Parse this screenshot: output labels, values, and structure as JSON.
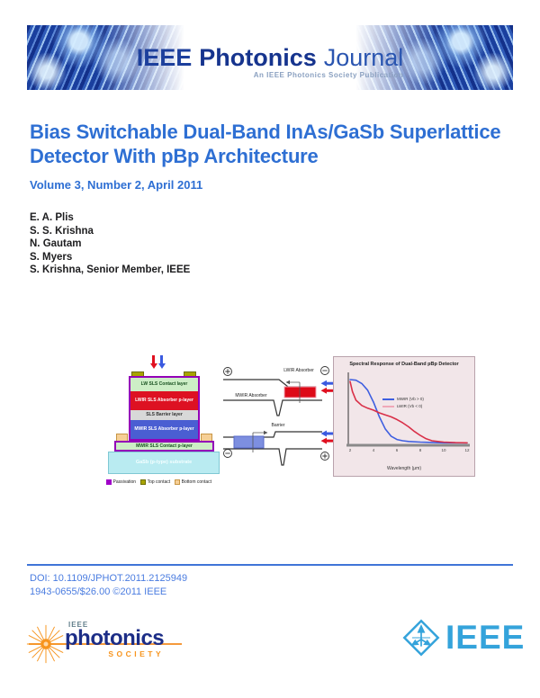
{
  "banner": {
    "brand_ieee": "IEEE",
    "brand_photonics": "Photonics",
    "brand_journal": "Journal",
    "subtitle": "An IEEE Photonics Society Publication"
  },
  "article": {
    "title": "Bias Switchable Dual-Band InAs/GaSb Superlattice Detector With pBp Architecture",
    "issue": "Volume 3, Number 2, April 2011",
    "authors": [
      "E. A. Plis",
      "S. S. Krishna",
      "N. Gautam",
      "S. Myers",
      "S. Krishna, Senior Member, IEEE"
    ]
  },
  "figure": {
    "stack": {
      "layers": [
        {
          "label": "LW SLS Contact layer",
          "color": "#cdeec6"
        },
        {
          "label": "LWIR SLS Absorber p-layer",
          "color": "#dd1122"
        },
        {
          "label": "SLS Barrier layer",
          "color": "#d8d8d8"
        },
        {
          "label": "MWIR SLS Absorber p-layer",
          "color": "#4a5ed2"
        },
        {
          "label": "MWIR SLS Contact p-layer",
          "color": "#cdeec6"
        },
        {
          "label": "GaSb (p-type) substrate",
          "color": "#b9ebf1"
        }
      ],
      "legend": [
        {
          "label": "Passivation",
          "color": "#a000c8"
        },
        {
          "label": "Top contact",
          "color": "#a8a400"
        },
        {
          "label": "Bottom contact",
          "color": "#f6cf96"
        }
      ]
    },
    "band_diagram": {
      "lwir_label": "LWIR Absorber",
      "mwir_label": "MWIR Absorber",
      "barrier_label": "Barrier",
      "plus": "+",
      "minus": "−"
    }
  },
  "chart_data": {
    "type": "line",
    "title": "Spectral Response of Dual-Band pBp Detector",
    "xlabel": "Wavelength (μm)",
    "ylabel": "",
    "xlim": [
      2,
      12
    ],
    "ylim": [
      0,
      1
    ],
    "xticks": [
      2,
      4,
      6,
      8,
      10,
      12
    ],
    "legend_position": "center right",
    "series": [
      {
        "name": "MWIR (Vb > 0)",
        "color": "#3f5fe0",
        "x": [
          2,
          2.5,
          3,
          3.5,
          4,
          4.5,
          5,
          5.5,
          6,
          6.5,
          7,
          8,
          9,
          10,
          11,
          12
        ],
        "y": [
          0.96,
          0.95,
          0.9,
          0.8,
          0.62,
          0.4,
          0.22,
          0.11,
          0.06,
          0.04,
          0.03,
          0.02,
          0.015,
          0.01,
          0.01,
          0.01
        ]
      },
      {
        "name": "LWIR (Vb < 0)",
        "color": "#d93048",
        "x": [
          2,
          2.2,
          2.5,
          3,
          3.5,
          4,
          4.5,
          5,
          5.5,
          6,
          6.5,
          7,
          7.5,
          8,
          8.5,
          9,
          9.5,
          10,
          11,
          12
        ],
        "y": [
          0.93,
          0.78,
          0.65,
          0.57,
          0.53,
          0.5,
          0.46,
          0.43,
          0.4,
          0.36,
          0.31,
          0.25,
          0.18,
          0.12,
          0.07,
          0.04,
          0.03,
          0.02,
          0.012,
          0.01
        ]
      }
    ]
  },
  "footer": {
    "doi": "DOI: 10.1109/JPHOT.2011.2125949",
    "copyright": "1943-0655/$26.00 ©2011 IEEE"
  },
  "logos": {
    "photonics_society": {
      "ieee": "IEEE",
      "name": "photonics",
      "society": "SOCIETY"
    },
    "ieee_wordmark": "IEEE"
  }
}
